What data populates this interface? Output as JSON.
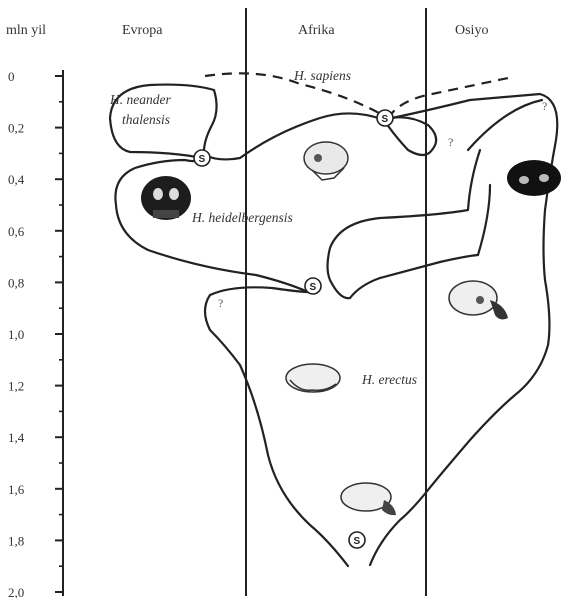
{
  "headers": {
    "time": "mln yil",
    "europe": "Evropa",
    "africa": "Afrika",
    "asia": "Osiyo"
  },
  "time_axis": {
    "ticks": [
      "0",
      "0,2",
      "0,4",
      "0,6",
      "0,8",
      "1,0",
      "1,2",
      "1,4",
      "1,6",
      "1,8",
      "2,0"
    ]
  },
  "species": {
    "sapiens": "H. sapiens",
    "neanderthalensis_line1": "H. neander",
    "neanderthalensis_line2": "thalensis",
    "heidelbergensis": "H. heidelbergensis",
    "erectus": "H. erectus"
  },
  "markers": {
    "speciation": "S",
    "uncertain": "?"
  }
}
